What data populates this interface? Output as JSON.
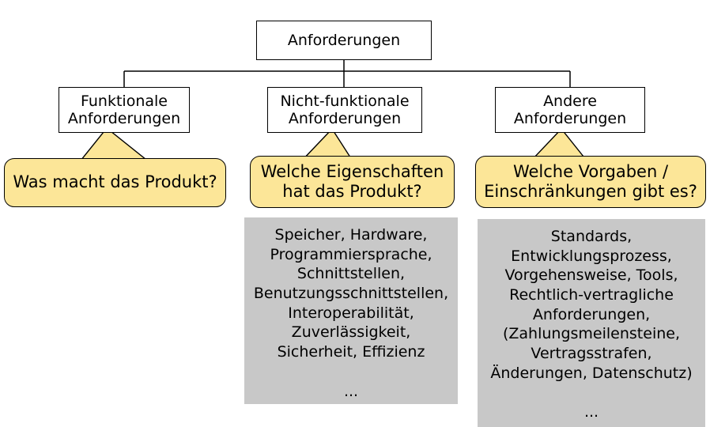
{
  "diagram": {
    "title": "Anforderungen",
    "root": {
      "label": "Anforderungen"
    },
    "branches": [
      {
        "id": "funktionale",
        "label": "Funktionale\nAnforderungen",
        "callout": "Was macht das Produkt?",
        "details": null
      },
      {
        "id": "nicht-funktionale",
        "label": "Nicht-funktionale\nAnforderungen",
        "callout": "Welche Eigenschaften\nhat das Produkt?",
        "details": "Speicher, Hardware,\nProgrammiersprache,\nSchnittstellen,\nBenutzungsschnittstellen,\nInteroperabilität,\nZuverlässigkeit,\nSicherheit, Effizienz\n\n..."
      },
      {
        "id": "andere",
        "label": "Andere\nAnforderungen",
        "callout": "Welche Vorgaben /\nEinschränkungen gibt es?",
        "details": "Standards,\nEntwicklungsprozess,\nVorgehensweise, Tools,\nRechtlich-vertragliche\nAnforderungen,\n(Zahlungsmeilensteine,\nVertragsstrafen,\nÄnderungen, Datenschutz)\n\n..."
      }
    ],
    "colors": {
      "callout_fill": "#fce698",
      "detail_fill": "#c8c8c8",
      "node_fill": "#ffffff",
      "stroke": "#000000"
    }
  }
}
